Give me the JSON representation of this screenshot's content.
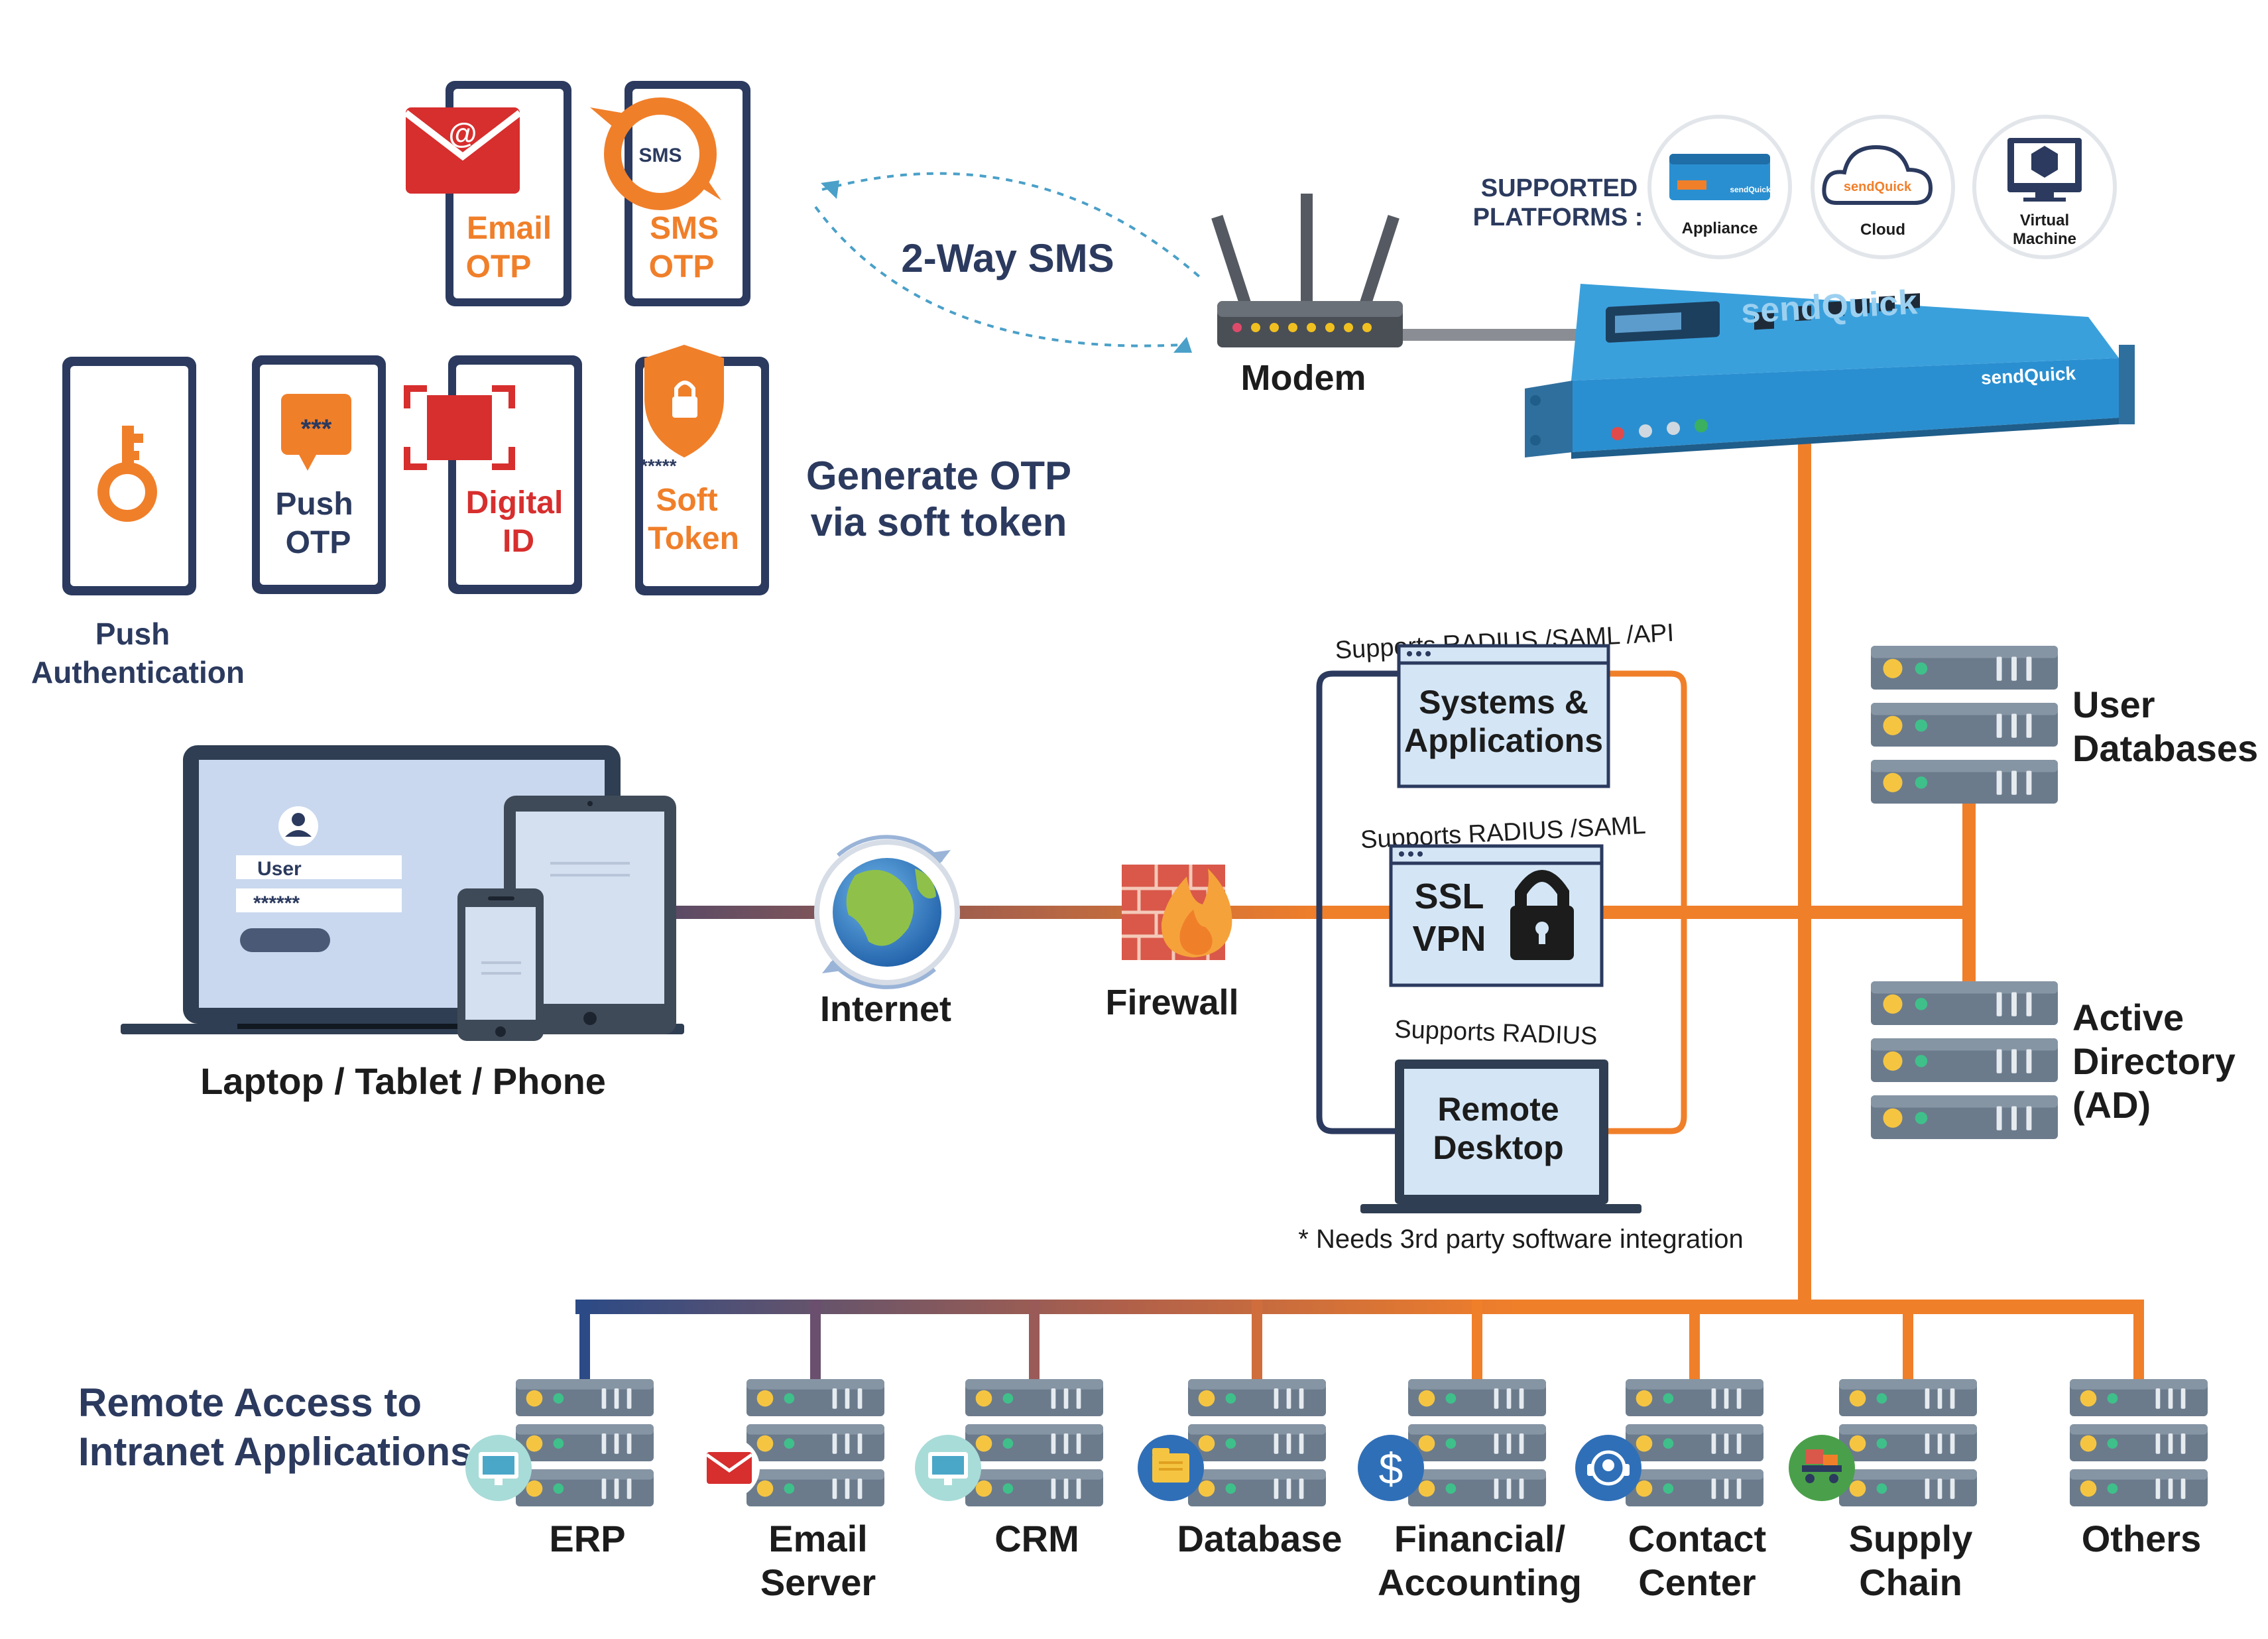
{
  "colors": {
    "navy": "#2b3a5e",
    "orange": "#f07f2a",
    "red": "#d72e2e",
    "server": "#6b7b8c",
    "appliance": "#2a8fd0",
    "screen": "#c9d8ee"
  },
  "otp": {
    "email": {
      "line1": "Email",
      "line2": "OTP",
      "icon_at": "@"
    },
    "sms": {
      "line1": "SMS",
      "line2": "OTP",
      "bubble": "SMS"
    },
    "push": {
      "line1": "Push",
      "line2": "OTP",
      "bubble": "***"
    },
    "digital": {
      "line1": "Digital",
      "line2": "ID"
    },
    "soft": {
      "line1": "Soft",
      "line2": "Token",
      "stars": "*****"
    },
    "push_auth": {
      "line1": "Push",
      "line2": "Authentication"
    }
  },
  "two_way_sms": "2-Way SMS",
  "generate": {
    "line1": "Generate OTP",
    "line2": "via soft token"
  },
  "modem": "Modem",
  "platforms": {
    "title_line1": "SUPPORTED",
    "title_line2": "PLATFORMS :",
    "items": [
      {
        "label": "Appliance",
        "icon": "appliance-icon"
      },
      {
        "label": "Cloud",
        "icon": "cloud-icon"
      },
      {
        "label_line1": "Virtual",
        "label_line2": "Machine",
        "icon": "virtual-machine-icon"
      }
    ]
  },
  "brand": "sendQuick",
  "devices": {
    "label": "Laptop / Tablet / Phone",
    "user_field": "User",
    "password_field": "******"
  },
  "internet": "Internet",
  "firewall": "Firewall",
  "systems": {
    "caption": "Supports RADIUS /SAML /API",
    "line1": "Systems &",
    "line2": "Applications"
  },
  "sslvpn": {
    "caption": "Supports RADIUS /SAML",
    "line1": "SSL",
    "line2": "VPN"
  },
  "remote": {
    "caption": "Supports RADIUS",
    "line1": "Remote",
    "line2": "Desktop"
  },
  "note": "* Needs 3rd party software integration",
  "user_db": {
    "line1": "User",
    "line2": "Databases"
  },
  "ad": {
    "line1": "Active",
    "line2": "Directory",
    "line3": "(AD)"
  },
  "remote_access": {
    "line1": "Remote Access to",
    "line2": "Intranet Applications"
  },
  "apps": [
    {
      "line1": "ERP",
      "line2": "",
      "icon": "monitor-icon"
    },
    {
      "line1": "Email",
      "line2": "Server",
      "icon": "email-icon"
    },
    {
      "line1": "CRM",
      "line2": "",
      "icon": "monitor-icon"
    },
    {
      "line1": "Database",
      "line2": "",
      "icon": "folder-icon"
    },
    {
      "line1": "Financial/",
      "line2": "Accounting",
      "icon": "dollar-icon"
    },
    {
      "line1": "Contact",
      "line2": "Center",
      "icon": "headset-icon"
    },
    {
      "line1": "Supply",
      "line2": "Chain",
      "icon": "cart-icon"
    },
    {
      "line1": "Others",
      "line2": "",
      "icon": ""
    }
  ]
}
